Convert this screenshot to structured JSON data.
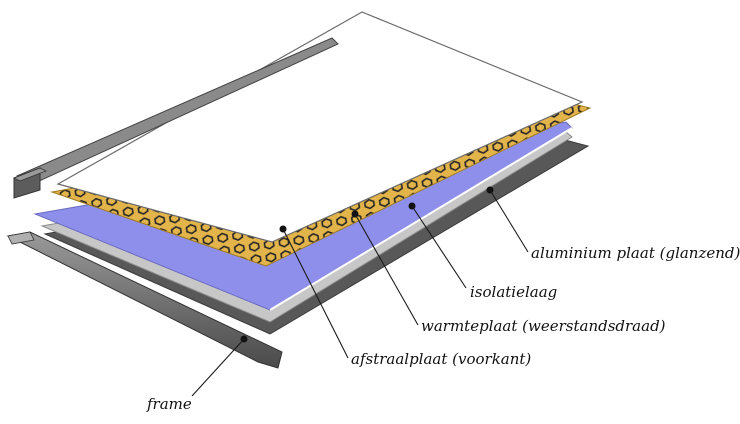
{
  "labels": {
    "aluminium": "aluminium plaat (glanzend)",
    "isolatie": "isolatielaag",
    "warmteplaat": "warmteplaat (weerstandsdraad)",
    "afstraalplaat": "afstraalplaat (voorkant)",
    "frame": "frame"
  },
  "colors": {
    "front_panel": "#ffffff",
    "heating_plate": "#e2b44a",
    "hex_cells": "#262626",
    "insulation": "#8e8fea",
    "aluminium": "#c7c7c7",
    "back_plate": "#585858",
    "frame": "#6e6e6e"
  }
}
